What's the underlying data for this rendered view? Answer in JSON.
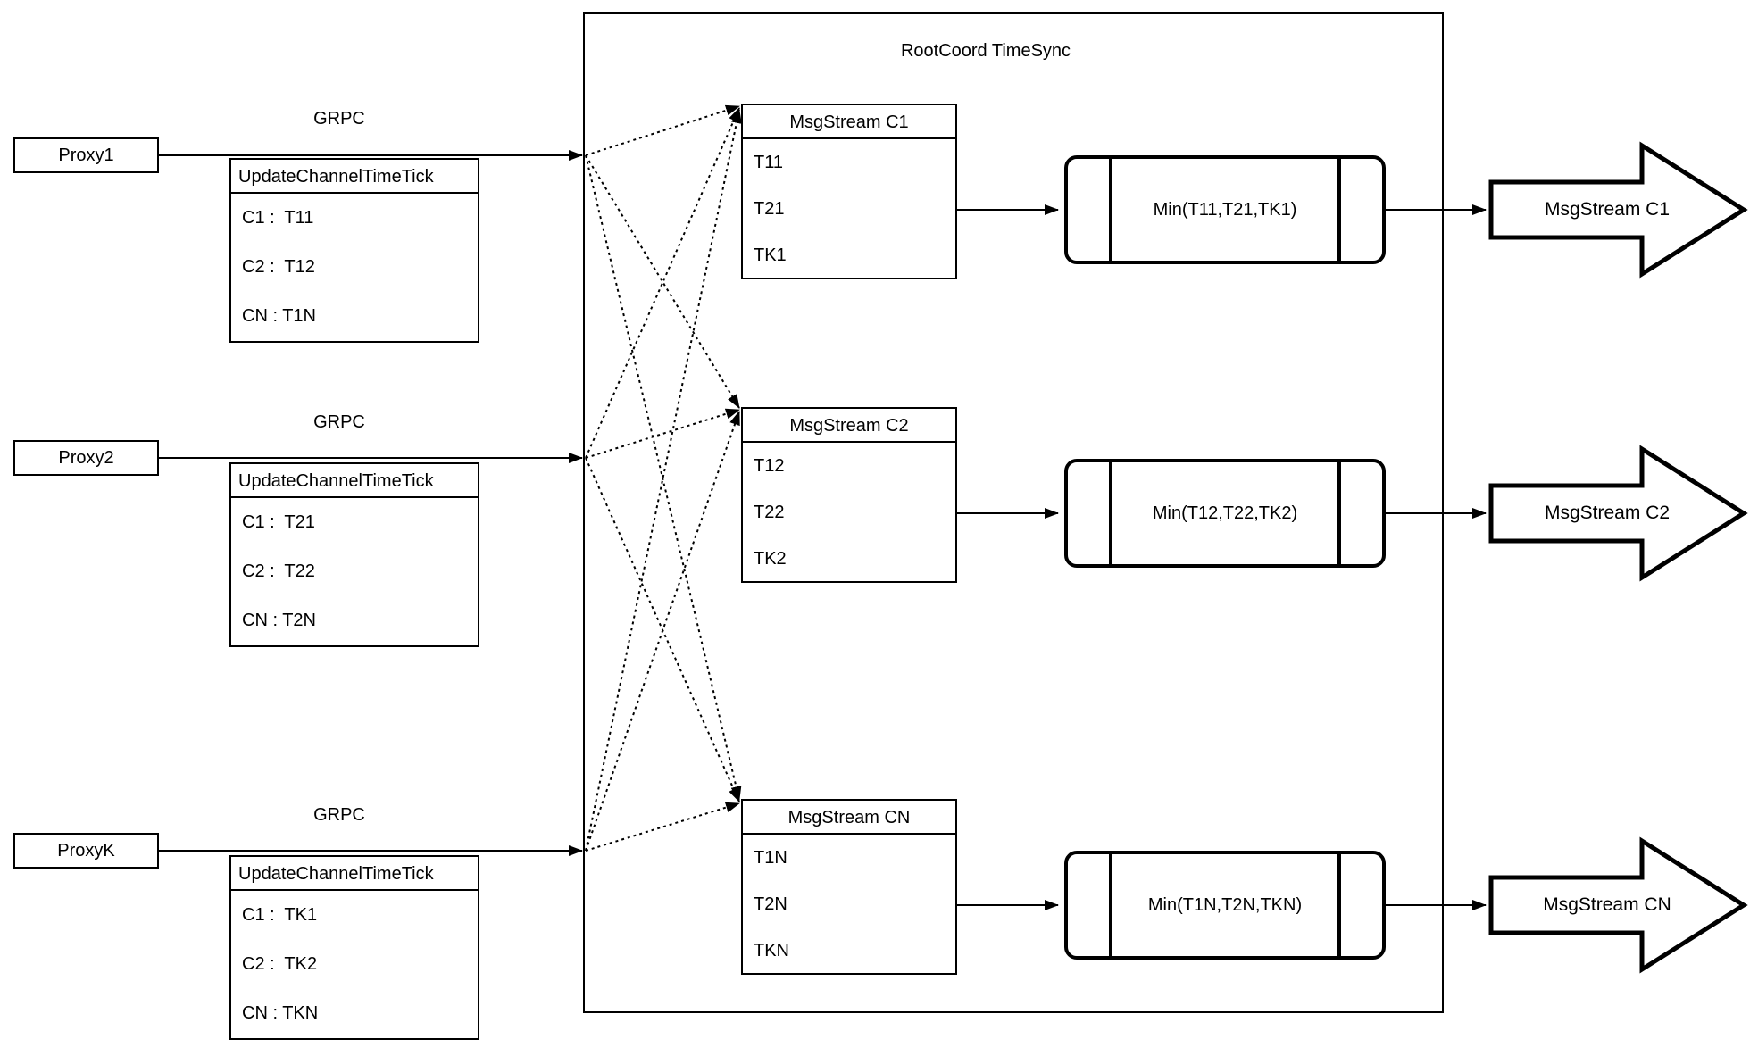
{
  "diagram": {
    "container_title": "RootCoord TimeSync",
    "grpc_label": "GRPC",
    "update_table_header": "UpdateChannelTimeTick",
    "rows": [
      {
        "proxy_label": "Proxy1",
        "update_ticks": [
          "C1 :  T11",
          "C2 :  T12",
          "CN : T1N"
        ],
        "msgstream_header": "MsgStream C1",
        "msgstream_ticks": [
          "T11",
          "T21",
          "TK1"
        ],
        "min_label": "Min(T11,T21,TK1)",
        "output_label": "MsgStream C1"
      },
      {
        "proxy_label": "Proxy2",
        "update_ticks": [
          "C1 :  T21",
          "C2 :  T22",
          "CN : T2N"
        ],
        "msgstream_header": "MsgStream C2",
        "msgstream_ticks": [
          "T12",
          "T22",
          "TK2"
        ],
        "min_label": "Min(T12,T22,TK2)",
        "output_label": "MsgStream C2"
      },
      {
        "proxy_label": "ProxyK",
        "update_ticks": [
          "C1 :  TK1",
          "C2 :  TK2",
          "CN : TKN"
        ],
        "msgstream_header": "MsgStream CN",
        "msgstream_ticks": [
          "T1N",
          "T2N",
          "TKN"
        ],
        "min_label": "Min(T1N,T2N,TKN)",
        "output_label": "MsgStream CN"
      }
    ],
    "colors": {
      "ink": "#000000",
      "background": "#ffffff"
    }
  }
}
